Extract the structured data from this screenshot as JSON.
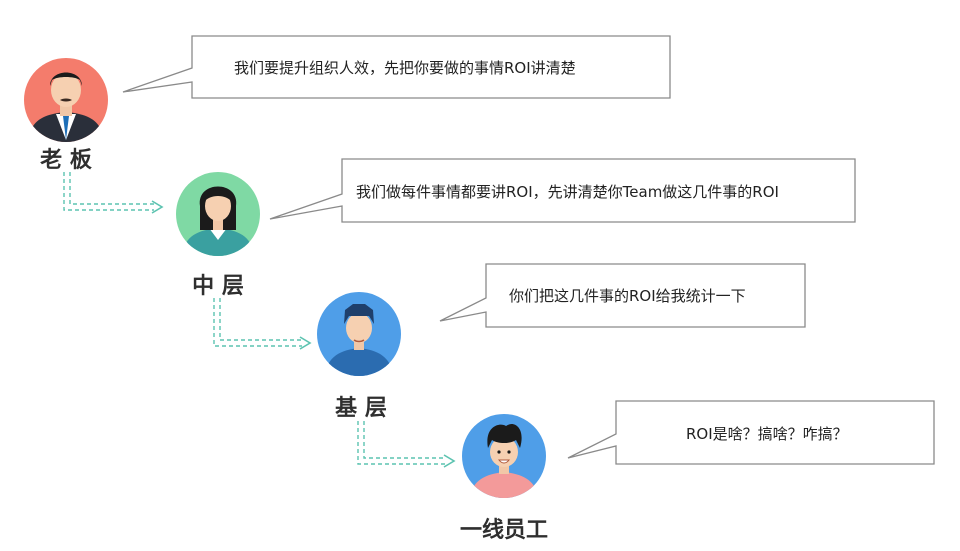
{
  "levels": [
    {
      "role": "老 板",
      "speech": "我们要提升组织人效，先把你要做的事情ROI讲清楚",
      "avatar": "boss-avatar-icon",
      "avatar_bg": "#f47c6c"
    },
    {
      "role": "中 层",
      "speech": "我们做每件事情都要讲ROI，先讲清楚你Team做这几件事的ROI",
      "avatar": "manager-avatar-icon",
      "avatar_bg": "#7fd9a4"
    },
    {
      "role": "基 层",
      "speech": "你们把这几件事的ROI给我统计一下",
      "avatar": "team-lead-avatar-icon",
      "avatar_bg": "#4f9ee8"
    },
    {
      "role": "一线员工",
      "speech": "ROI是啥？搞啥？咋搞？",
      "avatar": "frontline-employee-avatar-icon",
      "avatar_bg": "#4f9ee8"
    }
  ],
  "colors": {
    "bubble_border": "#8a8a8a",
    "arrow": "#5cc3b0",
    "label": "#2f2f2f"
  }
}
